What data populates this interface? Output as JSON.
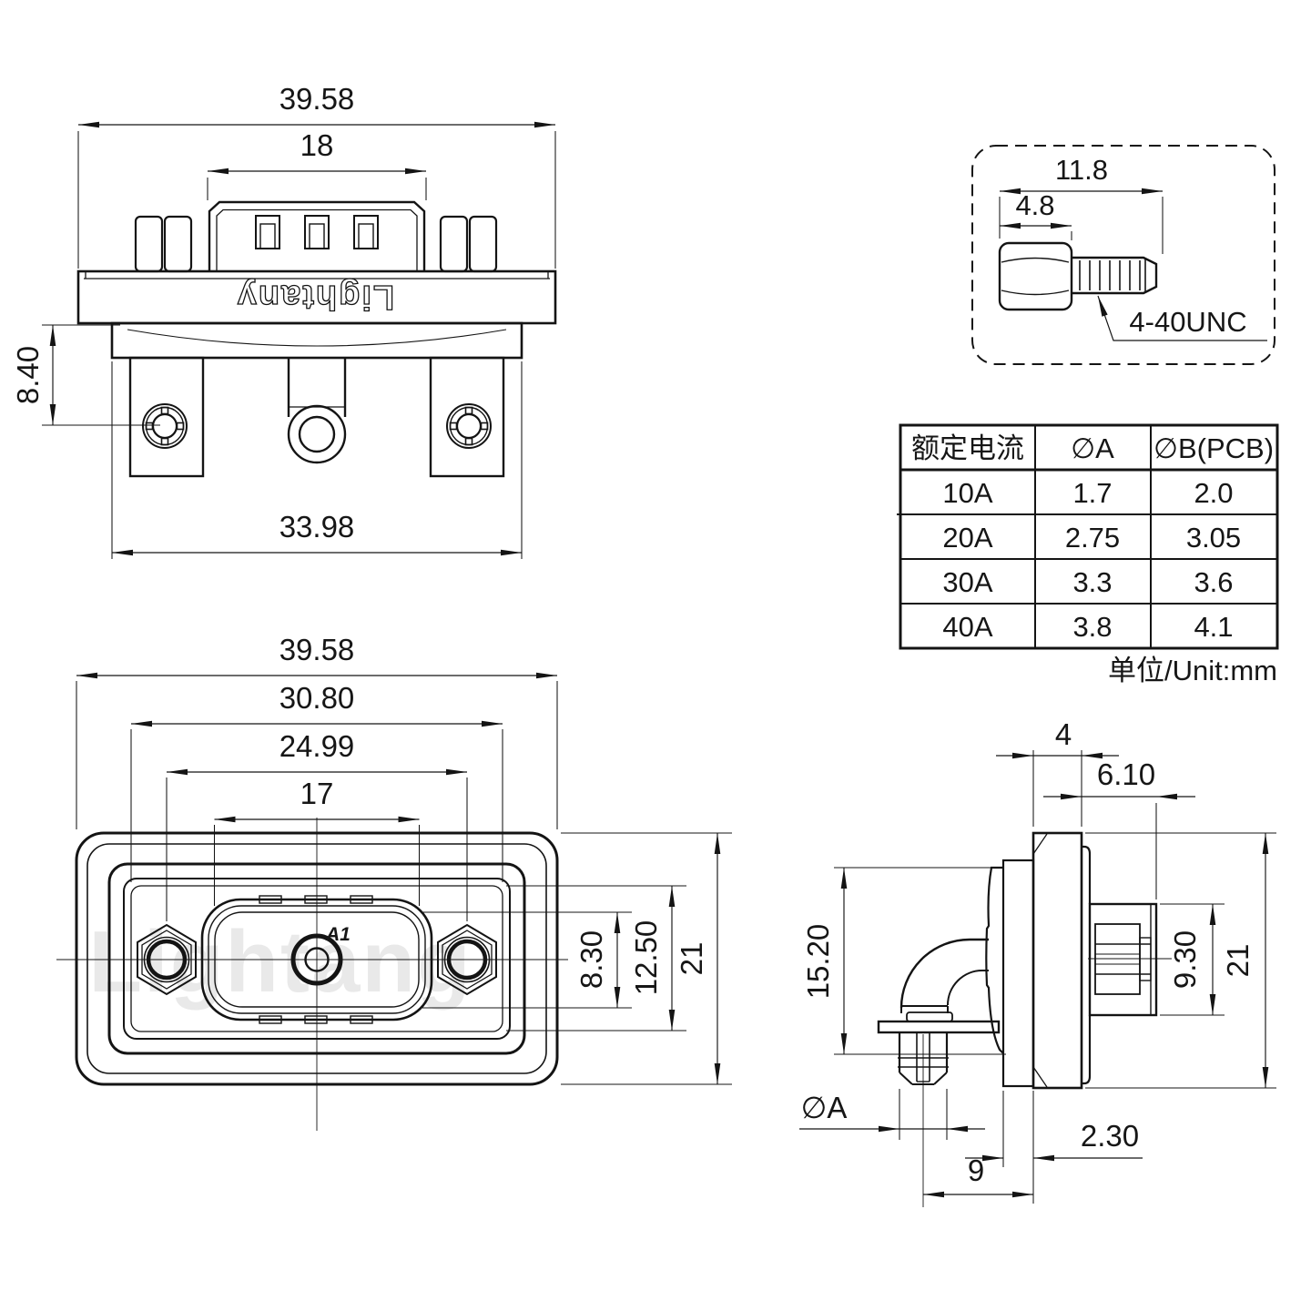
{
  "colors": {
    "background": "#ffffff",
    "line": "#141414",
    "watermark": "#e9e9e9"
  },
  "top_view": {
    "logo_text": "Lightany",
    "dims": {
      "overall_width": "39.58",
      "insert_width": "18",
      "flange_offset": "8.40",
      "body_width": "33.98"
    }
  },
  "screw_detail": {
    "dims": {
      "overall_length": "11.8",
      "head_length": "4.8"
    },
    "thread_label": "4-40UNC"
  },
  "spec_table": {
    "headers": [
      "额定电流",
      "∅A",
      "∅B(PCB)"
    ],
    "rows": [
      [
        "10A",
        "1.7",
        "2.0"
      ],
      [
        "20A",
        "2.75",
        "3.05"
      ],
      [
        "30A",
        "3.3",
        "3.6"
      ],
      [
        "40A",
        "3.8",
        "4.1"
      ]
    ],
    "unit_note": "单位/Unit:mm"
  },
  "front_view": {
    "watermark": "Lightang",
    "pin_label": "A1",
    "dims": {
      "overall_width": "39.58",
      "panel_width": "30.80",
      "hole_spacing": "24.99",
      "insert_width": "17",
      "insert_height": "8.30",
      "panel_height": "12.50",
      "overall_height": "21"
    }
  },
  "side_view": {
    "dims": {
      "flange_thickness": "4",
      "shroud_depth": "6.10",
      "body_height": "15.20",
      "contact_height": "9.30",
      "overall_height": "21",
      "pin_diameter_label": "∅A",
      "pin_offset": "2.30",
      "pin_span": "9"
    }
  }
}
